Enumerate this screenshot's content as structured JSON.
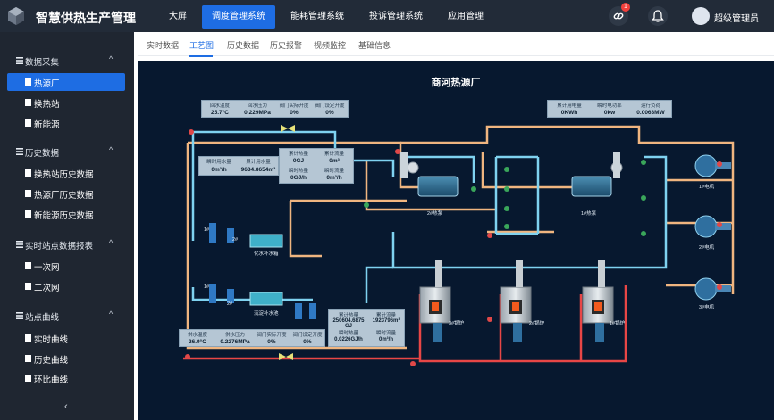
{
  "app": {
    "title": "智慧供热生产管理"
  },
  "nav": [
    {
      "label": "大屏",
      "active": false
    },
    {
      "label": "调度管理系统",
      "active": true
    },
    {
      "label": "能耗管理系统",
      "active": false
    },
    {
      "label": "投诉管理系统",
      "active": false
    },
    {
      "label": "应用管理",
      "active": false
    }
  ],
  "header": {
    "badge_count": "1",
    "user_name": "超级管理员"
  },
  "sidebar": [
    {
      "label": "数据采集",
      "items": [
        "热源厂",
        "换热站",
        "新能源"
      ]
    },
    {
      "label": "历史数据",
      "items": [
        "换热站历史数据",
        "热源厂历史数据",
        "新能源历史数据"
      ]
    },
    {
      "label": "实时站点数据报表",
      "items": [
        "一次网",
        "二次网"
      ]
    },
    {
      "label": "站点曲线",
      "items": [
        "实时曲线",
        "历史曲线",
        "环比曲线"
      ]
    }
  ],
  "tabs": [
    "实时数据",
    "工艺图",
    "历史数据",
    "历史报警",
    "视频监控",
    "基础信息"
  ],
  "diagram": {
    "title": "商河热源厂",
    "return_box": {
      "labels": [
        "回水温度",
        "回水压力",
        "阀门实际开度",
        "阀门设定开度"
      ],
      "values": [
        "25.7°C",
        "0.229MPa",
        "0%",
        "0%"
      ]
    },
    "power_box": {
      "labels": [
        "累计用电量",
        "瞬时电功率",
        "运行负荷"
      ],
      "values": [
        "0KWh",
        "0kw",
        "0.0063MW"
      ]
    },
    "makeup_box": {
      "labels": [
        "瞬时用水量",
        "累计用水量",
        "累计热量",
        "累计流量",
        "瞬时热量",
        "瞬时流量"
      ],
      "values": [
        "0m³/h",
        "9634.8654m³",
        "0GJ",
        "0m³",
        "0GJ/h",
        "0m³/h"
      ]
    },
    "supply_box": {
      "labels": [
        "供水温度",
        "供水压力",
        "阀门实际开度",
        "阀门设定开度"
      ],
      "values": [
        "26.9°C",
        "0.2276MPa",
        "0%",
        "0%"
      ]
    },
    "heat_box": {
      "labels": [
        "累计热量",
        "累计流量",
        "瞬时热量",
        "瞬时流量"
      ],
      "values": [
        "250604.6875 GJ",
        "1923796m³",
        "0.0226GJ/h",
        "0m³/h"
      ]
    },
    "equipment": {
      "hx2": "2#热泵",
      "hx1": "1#热泵",
      "pump1": "1#电机",
      "pump2": "2#电机",
      "pump3": "3#电机",
      "boiler3": "3#锅炉",
      "boiler2": "2#锅炉",
      "boiler1": "1#锅炉",
      "tank1": "化水补水箱",
      "tank2": "沉淀补水池",
      "p1a": "1#",
      "p1b": "2#",
      "p2a": "1#",
      "p2b": "2#"
    }
  }
}
